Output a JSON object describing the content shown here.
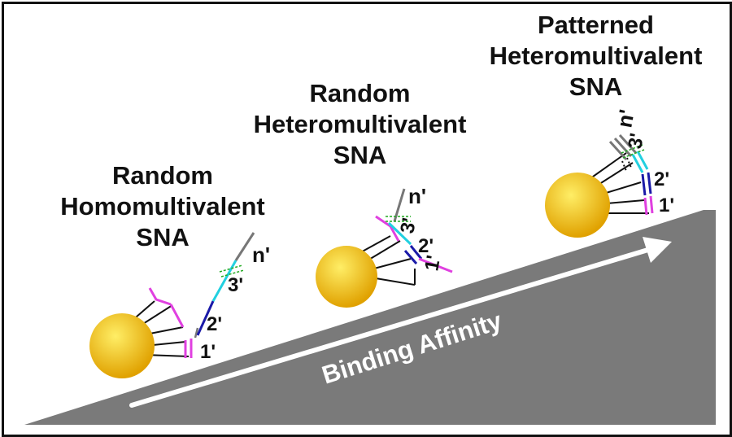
{
  "figure": {
    "axis_label": "Binding Affinity",
    "colors": {
      "ramp": "#7a7a7a",
      "arrow": "#ffffff",
      "particle_light": "#ffee66",
      "particle_dark": "#e0a100",
      "strand_magenta": "#e040e0",
      "strand_blue": "#1a1aa8",
      "strand_cyan": "#22d0e0",
      "strand_gray": "#777777",
      "hybrid_green": "#22aa22",
      "tether": "#111111"
    }
  },
  "panels": [
    {
      "id": "random-homomultivalent",
      "title_lines": [
        "Random",
        "Homomultivalent",
        "SNA"
      ],
      "segment_labels": [
        "1'",
        "2'",
        "3'",
        "n'"
      ]
    },
    {
      "id": "random-heteromultivalent",
      "title_lines": [
        "Random",
        "Heteromultivalent",
        "SNA"
      ],
      "segment_labels": [
        "1'",
        "2'",
        "3'",
        "n'"
      ]
    },
    {
      "id": "patterned-heteromultivalent",
      "title_lines": [
        "Patterned",
        "Heteromultivalent",
        "SNA"
      ],
      "segment_labels": [
        "1'",
        "2'",
        "3'",
        "n'"
      ]
    }
  ]
}
